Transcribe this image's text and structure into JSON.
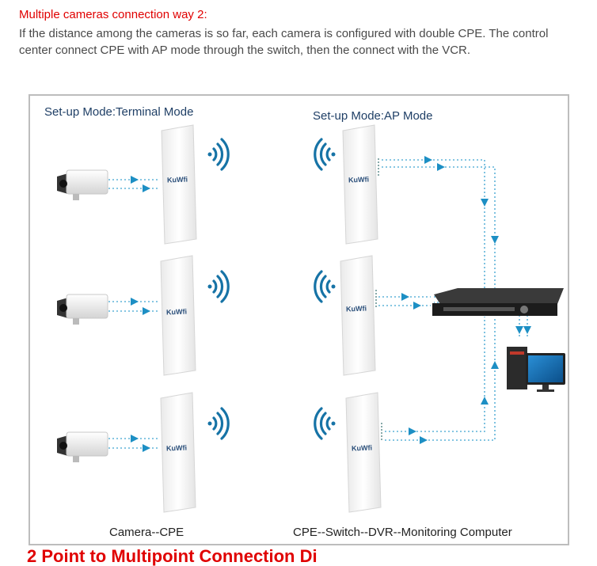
{
  "header": {
    "title": "Multiple cameras connection way 2:",
    "body": "If the distance among the cameras is so far, each camera is configured with double CPE. The control center connect CPE with AP mode through the switch, then the connect with the VCR."
  },
  "diagram": {
    "left_label": "Set-up Mode:Terminal Mode",
    "right_label": "Set-up Mode:AP Mode",
    "brand": "KuWfi",
    "left_caption": "Camera--CPE",
    "right_caption": "CPE--Switch--DVR--Monitoring Computer"
  },
  "footer": {
    "cut_heading": "2 Point to Multipoint Connection Di"
  },
  "colors": {
    "title_red": "#e00000",
    "label_blue": "#1f3f66",
    "signal_blue": "#1673a6",
    "link_dotted": "#5fb3d9"
  }
}
